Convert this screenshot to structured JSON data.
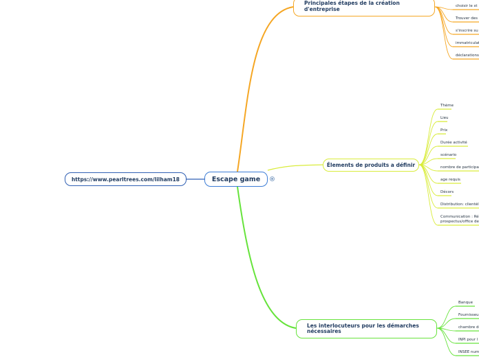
{
  "central_topic": "Escape game",
  "link_topic": "https://www.pearltrees.com/lilham18",
  "branches": [
    {
      "title": "Principales étapes de la création d'entreprise",
      "color": "#f5a623",
      "items": [
        "choisir le st",
        "Trouver des",
        "s'inscrire su",
        "immatriculat",
        "déclarations"
      ]
    },
    {
      "title": "Élements de produits a définir",
      "color": "#d9ec3a",
      "items": [
        "Thème",
        "Lieu",
        "Prix",
        "Durée activité",
        "scénario",
        "nombre de participa",
        "age requis",
        "Décors",
        "Distribution: clientèl",
        "Communication : Ré\nprospectus/office de"
      ]
    },
    {
      "title": "Les interlocuteurs pour les démarches nécessaires",
      "color": "#66e33b",
      "items": [
        "Banque",
        "Fournisseu",
        "chambre de",
        "INPI pour l",
        "INSEE num"
      ]
    }
  ],
  "colors": {
    "root_border": "#3a7bd5",
    "link_border": "#2f5fb3",
    "link_connector": "#2f5fb3"
  }
}
